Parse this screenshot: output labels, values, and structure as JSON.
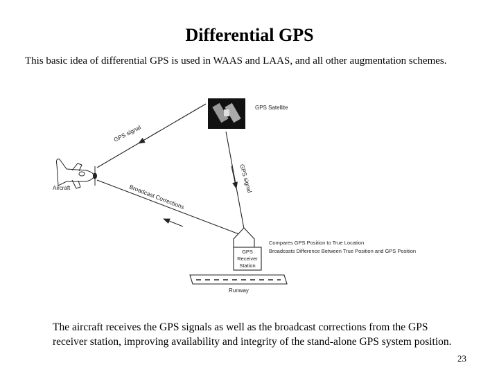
{
  "slide": {
    "title": "Differential GPS",
    "subtitle": "This basic idea of differential GPS is used in WAAS and LAAS, and all other augmentation schemes.",
    "caption_line1": "The aircraft receives the GPS signals as well as the broadcast corrections from the GPS",
    "caption_line2": "receiver station, improving availability and integrity of the stand-alone GPS system position.",
    "page_number": "23"
  },
  "diagram": {
    "satellite_label": "GPS Satellite",
    "aircraft_label": "Aircraft",
    "signal_left_label": "GPS signal",
    "signal_right_label": "GPS signal",
    "broadcast_label": "Broadcast Corrections",
    "station_line1": "GPS",
    "station_line2": "Receiver",
    "station_line3": "Station",
    "note_line1": "Compares GPS Position to True Location",
    "note_line2": "Broadcasts Difference Between True Position and GPS Position",
    "runway_label": "Runway"
  }
}
